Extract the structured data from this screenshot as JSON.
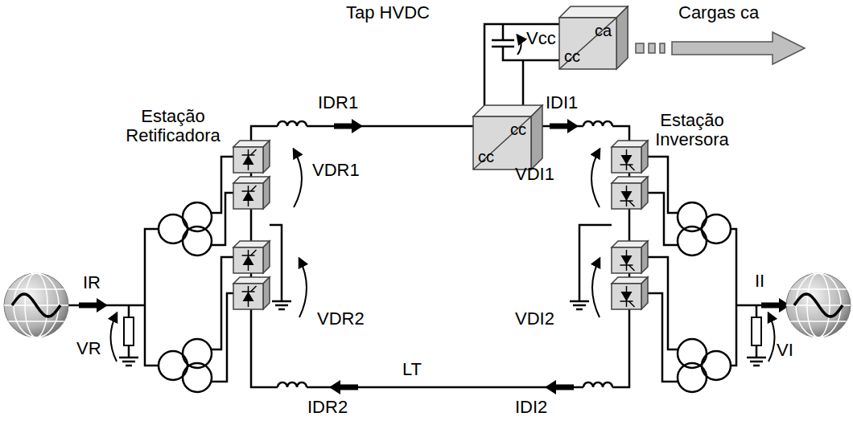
{
  "diagram": {
    "nodes": [
      {
        "text": [
          "ca",
          "cc"
        ]
      },
      {
        "text": [
          "cc",
          "cc"
        ]
      }
    ],
    "edges": [
      {
        "from": 1,
        "to": 0,
        "arrow": "none"
      }
    ],
    "labels": [
      "Tap HVDC",
      "Cargas ca",
      "Vcc",
      "IDR1",
      "IDI1",
      "Estação Retificadora",
      "Estação Inversora",
      "VDR1",
      "VDI1",
      "IR",
      "VR",
      "VDR2",
      "VDI2",
      "LT",
      "II",
      "VI",
      "IDR2",
      "IDI2"
    ]
  }
}
